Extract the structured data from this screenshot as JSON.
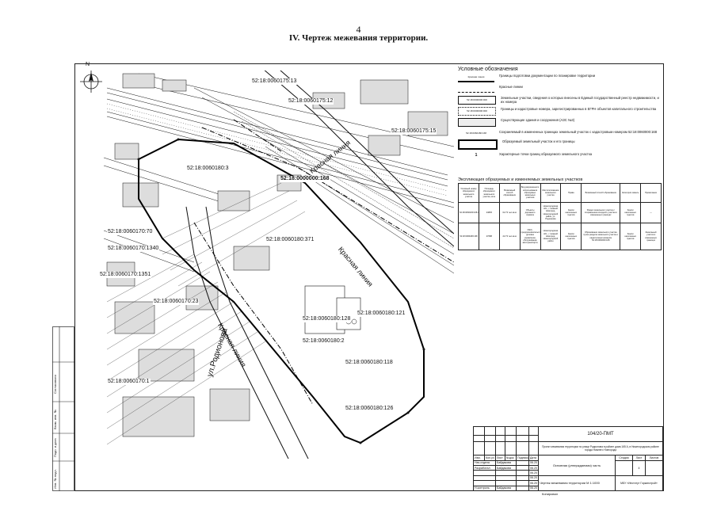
{
  "page": {
    "number": "4",
    "heading": "IV.   Чертеж межевания территории."
  },
  "map": {
    "north_label": "N",
    "parcels": [
      "52:18:0060175:13",
      "52:18:0060175:12",
      "52:18:0060175:15",
      "52:18:0000000:168",
      "52:18:0060180:3",
      "52:18:0060180:371",
      "52:18:0060170:70",
      "52:18:0060170:1340",
      "52:18:0060170:1351",
      "52:18:0060170:23",
      "52:18:0060170:1",
      "52:18:0060180:128",
      "52:18:0060180:2",
      "52:18:0060180:121",
      "52:18:0060180:118",
      "52:18:0060180:126"
    ],
    "streets": {
      "red_line_1": "Красная линия",
      "red_line_2": "Красная линия",
      "red_line_3": "Красная линия",
      "rodionova": "ул.Родионова"
    }
  },
  "legend": {
    "title": "Условные обозначения",
    "items": [
      {
        "symbol": "Красная линия",
        "text": "Границы подготовки документации по планировке территории"
      },
      {
        "symbol": "",
        "text": "Красные линии"
      },
      {
        "symbol": "52:18:0000000:000",
        "text": "Земельные участки, сведения о которых внесены в Единый государственный реестр недвижимости, и их номера"
      },
      {
        "symbol": "52:18:0000000:000",
        "text": "Границы и кадастровые номера, зарегистрированных в ЕГРН объектов капитального строительства"
      },
      {
        "symbol": "",
        "text": "Существующие здания и сооружения (АЗС №3)"
      },
      {
        "symbol": "52:18:0060180:168",
        "text": "Сохраняемый в измененных границах земельный участок с кадастровым номером 52:18:0060000:168"
      },
      {
        "symbol": "",
        "text": "Образуемый земельный участок и его границы"
      },
      {
        "symbol": "1",
        "text": "Характерные точки границ образуемого земельного участка"
      }
    ]
  },
  "explication": {
    "title": "Экспликация образуемых и изменяемых земельных участков",
    "headers": [
      "Условный номер образуемого земельного участка",
      "Площадь образуемого земельного участка, кв.м",
      "Возможный способ образования",
      "Вид разрешенного использования образуемых земельных участков",
      "Местоположение земельного участка",
      "Права",
      "Возможный способ образования",
      "Категория земель",
      "Примечание"
    ],
    "rows": [
      [
        "52:18:0060180:168.ЗУ1",
        "24845",
        "02.73 тыс.кв.м",
        "Объекты дорожного сервиса",
        "Нижегородская обл., г. Нижний Новгород, Нижегородский район, ул. Родионова",
        "Земли населенных пунктов",
        "Раздел земельного участка с сохранением исходного участка в измененных границах",
        "Земли населенных пунктов",
        "—"
      ],
      [
        "52:18:0060180:168",
        "27088",
        "22.73 тыс.кв.м",
        "ИЖС, предпринимательство, деловое управление, обслуживание автотранспорта",
        "Нижегородская обл., г. Нижний Новгород, Нижегородский район",
        "Земли населенных пунктов",
        "Образование земельного участка путем раздела земельного участка с кадастровым номером 52:18:0060000:168",
        "Земли населенных пунктов",
        "Земельный участок в измененных границах"
      ]
    ]
  },
  "stamp": {
    "code": "104/20-ПМТ",
    "project_title": "Проект межевания территории по улице Родионова в районе дома 165 А, в Нижегородском районе города Нижнего Новгорода",
    "cols": [
      "Изм.",
      "Кол.уч",
      "Лист",
      "№док",
      "Подпись",
      "Дата"
    ],
    "roles": [
      {
        "role": "Нач.отдела",
        "name": "Байдакова",
        "date": "06.20"
      },
      {
        "role": "Разработал",
        "name": "Байдакова",
        "date": "06.20"
      },
      {
        "role": "",
        "name": "",
        "date": "06.20"
      },
      {
        "role": "",
        "name": "",
        "date": "06.20"
      },
      {
        "role": "",
        "name": "",
        "date": "06.20"
      },
      {
        "role": "Н.контроль",
        "name": "Байдакова",
        "date": "06.20"
      }
    ],
    "section": "Основная (утверждаемая) часть",
    "stage_label": "Стадия",
    "sheet_label": "Лист",
    "sheets_label": "Листов",
    "sheet_value": "4",
    "drawing_title": "Чертеж межевания территории М 1:1000",
    "org": "МБУ «Институт Горкапстрой»",
    "copied": "Копировал"
  },
  "side": {
    "labels": [
      "Инв. № подл.",
      "Подп. и дата",
      "Взам. инв. №",
      "Согласовано"
    ]
  }
}
